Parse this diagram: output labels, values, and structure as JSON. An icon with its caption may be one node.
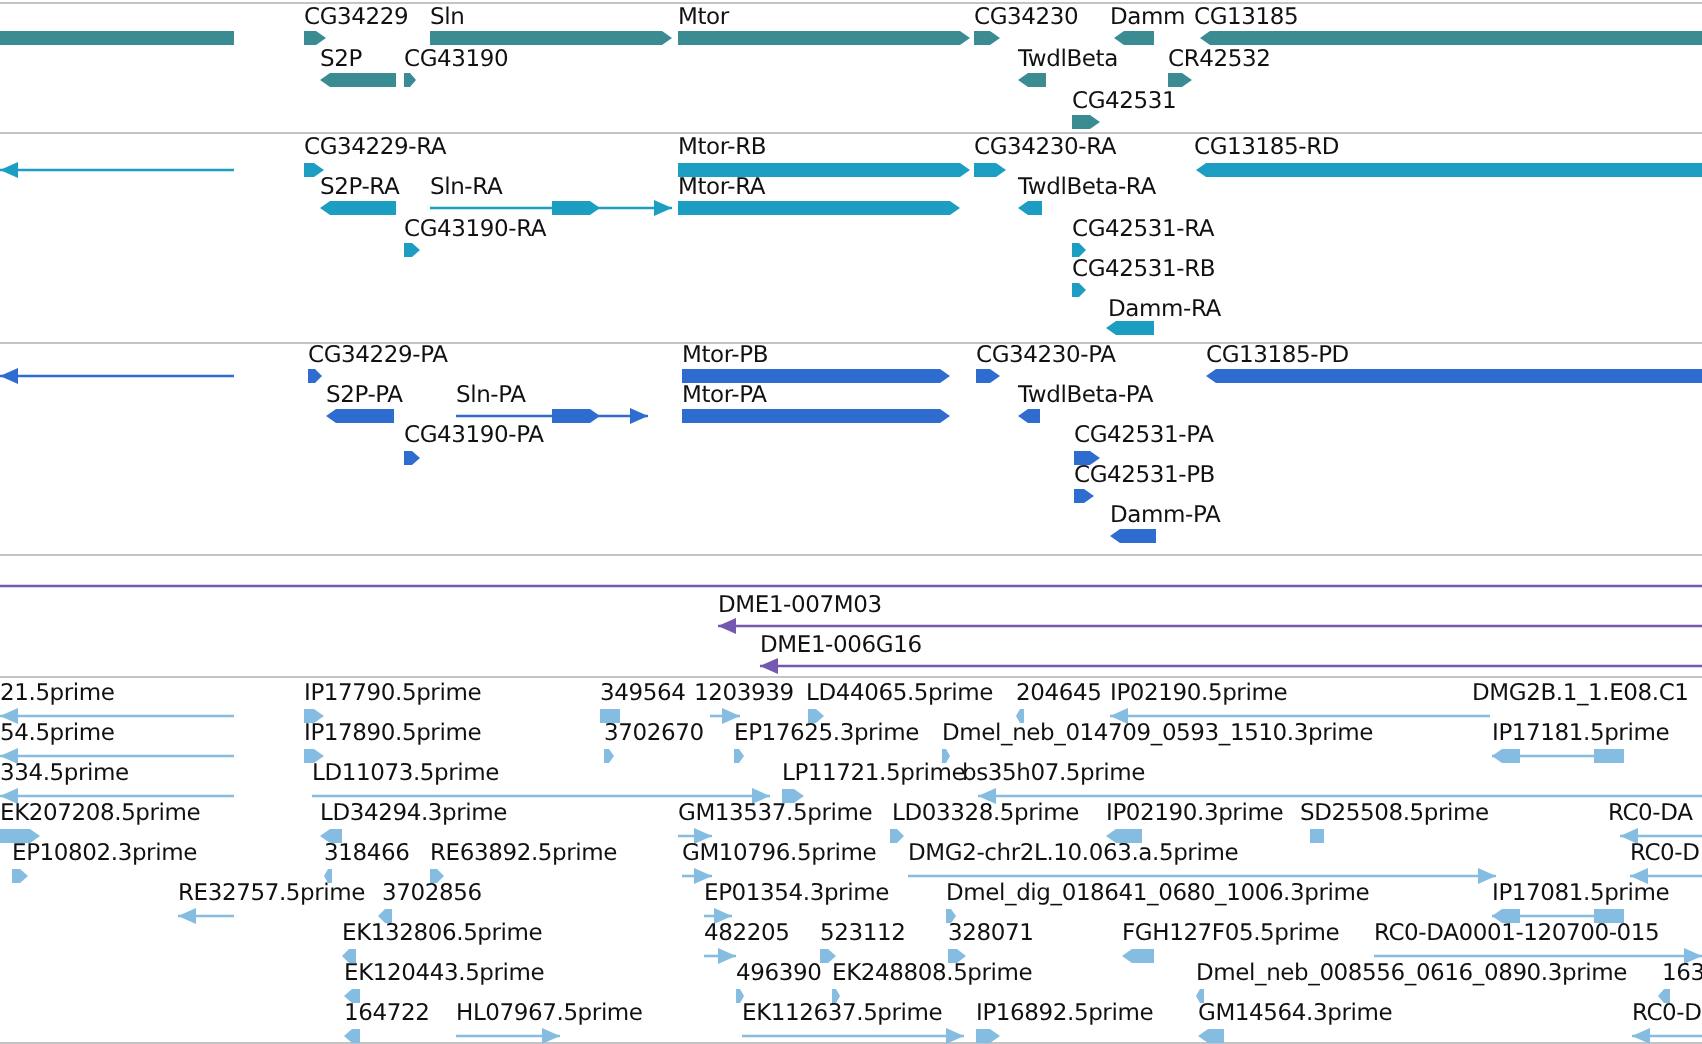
{
  "diagram": {
    "labels": [
      "CG34229",
      "Sln",
      "Mtor",
      "CG34230",
      "Damm",
      "CG13185",
      "S2P",
      "CG43190",
      "TwdlBeta",
      "CR42532",
      "CG42531",
      "CG34229-RA",
      "Mtor-RB",
      "CG34230-RA",
      "CG13185-RD",
      "S2P-RA",
      "Sln-RA",
      "Mtor-RA",
      "TwdlBeta-RA",
      "CG43190-RA",
      "CG42531-RA",
      "CG42531-RB",
      "Damm-RA",
      "CG34229-PA",
      "Mtor-PB",
      "CG34230-PA",
      "CG13185-PD",
      "S2P-PA",
      "Sln-PA",
      "Mtor-PA",
      "TwdlBeta-PA",
      "CG43190-PA",
      "CG42531-PA",
      "CG42531-PB",
      "Damm-PA",
      "DME1-007M03",
      "DME1-006G16",
      "21.5prime",
      "IP17790.5prime",
      "349564",
      "1203939",
      "LD44065.5prime",
      "204645",
      "IP02190.5prime",
      "DMG2B.1_1.E08.C1",
      "54.5prime",
      "IP17890.5prime",
      "3702670",
      "EP17625.3prime",
      "Dmel_neb_014709_0593_1510.3prime",
      "IP17181.5prime",
      "334.5prime",
      "LD11073.5prime",
      "LP11721.5prime",
      "bs35h07.5prime",
      "EK207208.5prime",
      "LD34294.3prime",
      "GM13537.5prime",
      "LD03328.5prime",
      "IP02190.3prime",
      "SD25508.5prime",
      "RC0-DA",
      "EP10802.3prime",
      "318466",
      "RE63892.5prime",
      "GM10796.5prime",
      "DMG2-chr2L.10.063.a.5prime",
      "RC0-D",
      "RE32757.5prime",
      "3702856",
      "EP01354.3prime",
      "Dmel_dig_018641_0680_1006.3prime",
      "IP17081.5prime",
      "EK132806.5prime",
      "482205",
      "523112",
      "328071",
      "FGH127F05.5prime",
      "RC0-DA0001-120700-015",
      "EK120443.5prime",
      "496390",
      "EK248808.5prime",
      "Dmel_neb_008556_0616_0890.3prime",
      "163",
      "164722",
      "HL07967.5prime",
      "EK112637.5prime",
      "IP16892.5prime",
      "GM14564.3prime",
      "RC0-D"
    ]
  }
}
